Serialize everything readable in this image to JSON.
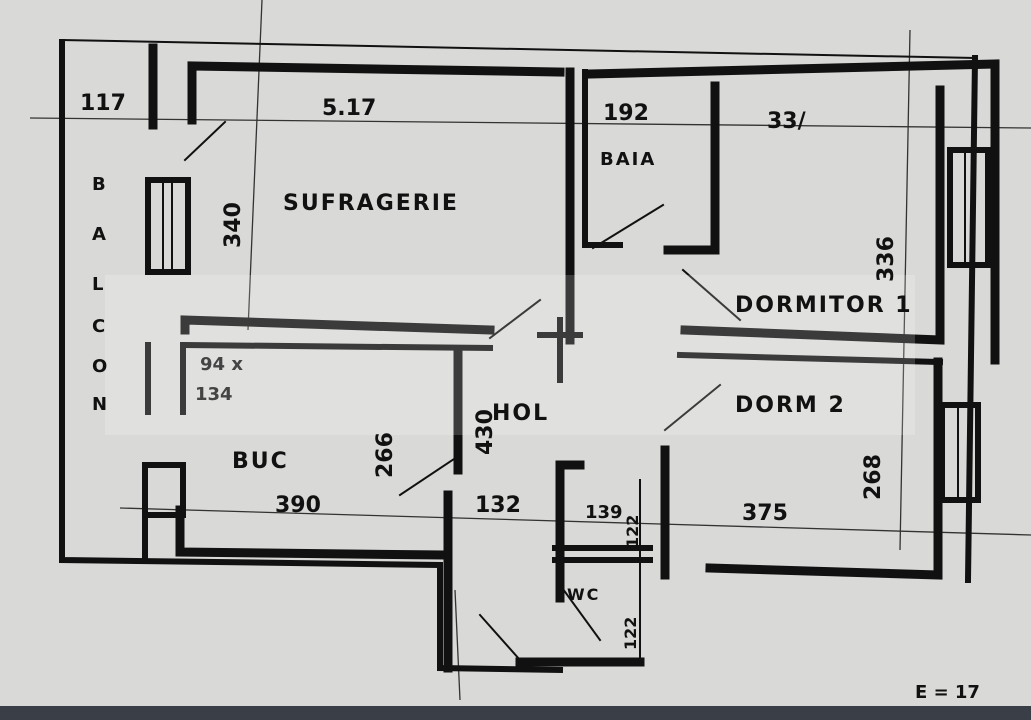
{
  "plan": {
    "rooms": {
      "living": "SUFRAGERIE",
      "bath": "BAIA",
      "bedroom1": "DORMITOR 1",
      "bedroom2": "DORM 2",
      "hall": "HOL",
      "kitchen": "BUC",
      "wc": "WC",
      "balcony": [
        "B",
        "A",
        "L",
        "C",
        "O",
        "N"
      ]
    },
    "dimensions": {
      "balcony_width": "117",
      "living_width": "5.17",
      "living_depth": "340",
      "bath_width": "192",
      "bedroom1_width": "33/",
      "bedroom1_depth": "336",
      "bedroom2_depth": "268",
      "bedroom2_width": "375",
      "kitchen_width": "390",
      "kitchen_depth": "266",
      "kitchen_small_a": "94 x",
      "kitchen_small_b": "134",
      "hall_length": "430",
      "hall_width": "132",
      "storage_width": "139",
      "storage_depth": "122",
      "wc_depth": "122"
    },
    "scale_note": "E = 17"
  }
}
